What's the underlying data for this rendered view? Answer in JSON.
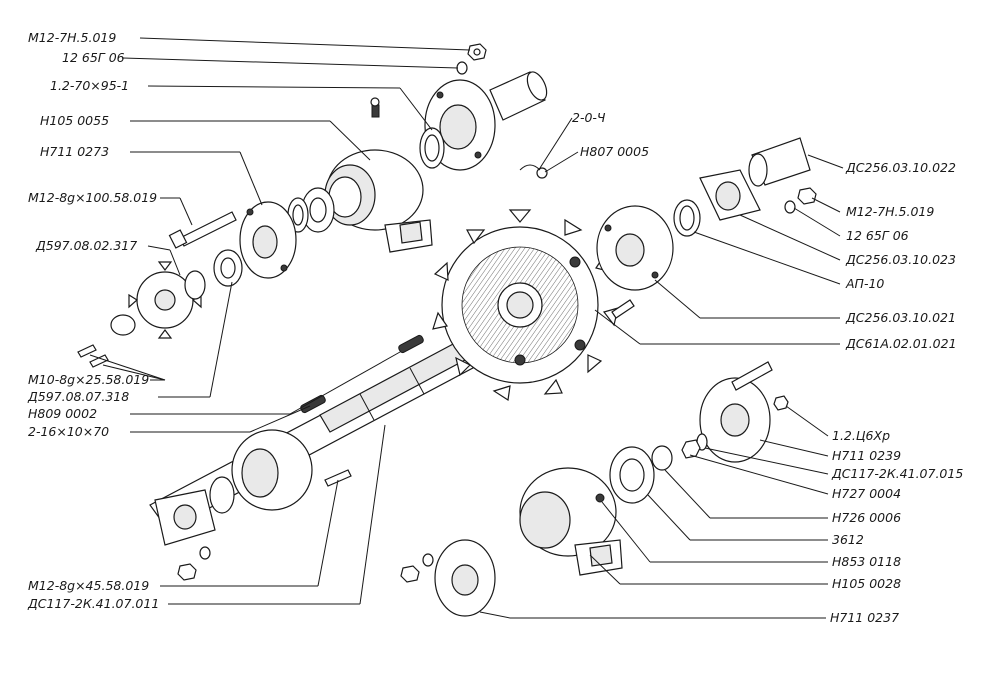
{
  "labels": {
    "m12_7n_5_019_a": "М12-7Н.5.019",
    "w12_65g_06_a": "12 65Г 06",
    "ring_1_2_70x95_1": "1.2-70×95-1",
    "n105_0055": "Н105 0055",
    "n711_0273": "Н711 0273",
    "m12_8g_100_58_019": "М12-8g×100.58.019",
    "d597_08_02_317": "Д597.08.02.317",
    "m10_8g_25_58_019": "М10-8g×25.58.019",
    "d597_08_07_318": "Д597.08.07.318",
    "n809_0002": "Н809 0002",
    "key_2_16x10x70": "2-16×10×70",
    "m12_8g_45_58_019": "М12-8g×45.58.019",
    "ds117_2k_41_07_011": "ДС117-2К.41.07.011",
    "label_2_0_ch": "2-0-Ч",
    "n807_0005": "Н807 0005",
    "ds256_03_10_022": "ДС256.03.10.022",
    "m12_7n_5_019_b": "М12-7Н.5.019",
    "w12_65g_06_b": "12 65Г 06",
    "ds256_03_10_023": "ДС256.03.10.023",
    "ap_10": "АП-10",
    "ds256_03_10_021": "ДС256.03.10.021",
    "ds61a_02_01_021": "ДС61А.02.01.021",
    "pin_1_2_ts6_khr": "1.2.Ц6Хр",
    "n711_0239": "Н711 0239",
    "ds117_2k_41_07_015": "ДС117-2К.41.07.015",
    "n727_0004": "Н727 0004",
    "n726_0006": "Н726 0006",
    "bearing_3612": "3612",
    "n853_0118": "Н853 0118",
    "n105_0028": "Н105 0028",
    "n711_0237": "Н711 0237"
  }
}
